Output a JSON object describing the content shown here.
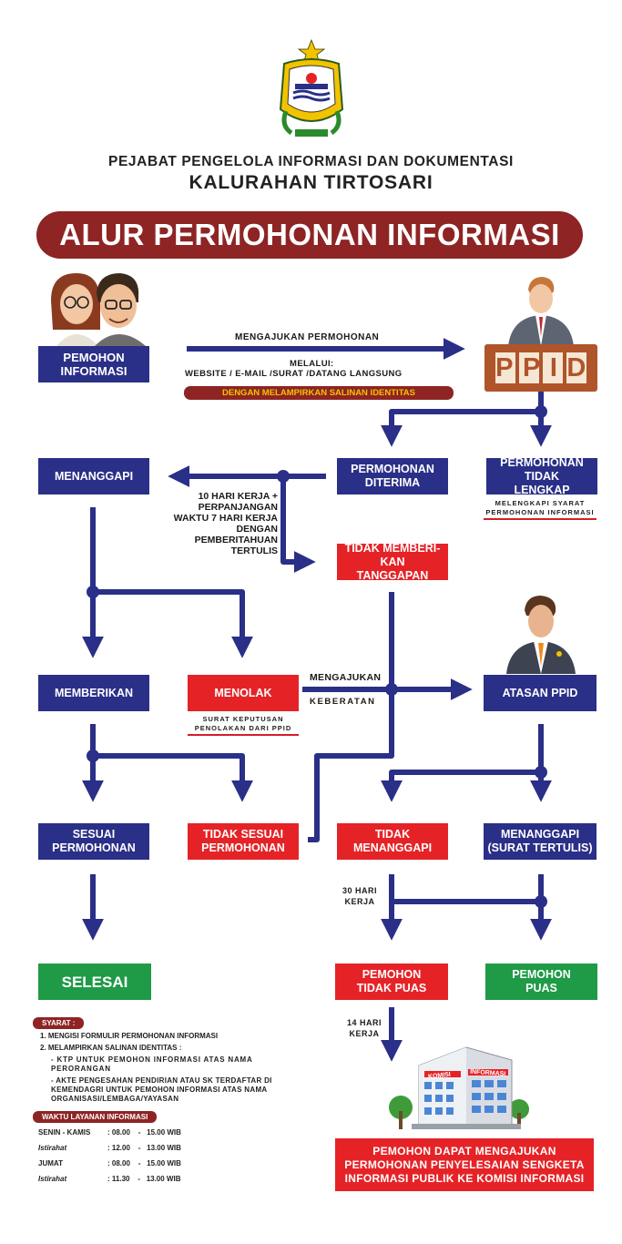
{
  "header": {
    "line1": "PEJABAT PENGELOLA INFORMASI DAN DOKUMENTASI",
    "line2": "KALURAHAN TIRTOSARI",
    "banner": "ALUR PERMOHONAN INFORMASI"
  },
  "flow": {
    "pemohon": "PEMOHON INFORMASI",
    "ppid_sign": "PPID",
    "mengajukan": "MENGAJUKAN PERMOHONAN",
    "melalui": "MELALUI:",
    "channels": "WEBSITE / E-MAIL /SURAT /DATANG LANGSUNG",
    "lampiran": "DENGAN MELAMPIRKAN SALINAN IDENTITAS",
    "diterima": "PERMOHONAN DITERIMA",
    "tidak_lengkap": "PERMOHONAN TIDAK LENGKAP",
    "lengkapi_note": "MELENGKAPI SYARAT PERMOHONAN INFORMASI",
    "menanggapi": "MENANGGAPI",
    "waktu_note": "10 HARI KERJA + PERPANJANGAN WAKTU 7 HARI KERJA DENGAN PEMBERITAHUAN TERTULIS",
    "tidak_memberi": "TIDAK MEMBERI-KAN TANGGAPAN",
    "memberikan": "MEMBERIKAN",
    "menolak": "MENOLAK",
    "menolak_note": "SURAT KEPUTUSAN PENOLAKAN DARI PPID",
    "mengajukan2": "MENGAJUKAN",
    "keberatan": "KEBERATAN",
    "atasan": "ATASAN PPID",
    "sesuai": "SESUAI PERMOHONAN",
    "tidak_sesuai": "TIDAK SESUAI PERMOHONAN",
    "tidak_menanggapi": "TIDAK MENANGGAPI",
    "menanggapi_tertulis": "MENANGGAPI (SURAT TERTULIS)",
    "hari30": "30 HARI KERJA",
    "selesai": "SELESAI",
    "tidak_puas": "PEMOHON TIDAK PUAS",
    "puas": "PEMOHON PUAS",
    "hari14": "14 HARI KERJA",
    "komisi_sign1": "KOMISI",
    "komisi_sign2": "INFORMASI",
    "final": "PEMOHON DAPAT MENGAJUKAN PERMOHONAN PENYELESAIAN SENGKETA INFORMASI PUBLIK KE KOMISI INFORMASI"
  },
  "syarat": {
    "title": "SYARAT :",
    "item1": "1.  MENGISI FORMULIR PERMOHONAN INFORMASI",
    "item2": "2.  MELAMPIRKAN SALINAN IDENTITAS :",
    "sub1": "- KTP UNTUK PEMOHON INFORMASI ATAS NAMA PERORANGAN",
    "sub2": "- AKTE PENGESAHAN PENDIRIAN ATAU SK TERDAFTAR DI KEMENDAGRI UNTUK PEMOHON INFORMASI ATAS NAMA ORGANISASI/LEMBAGA/YAYASAN"
  },
  "layanan": {
    "title": "WAKTU LAYANAN INFORMASI",
    "rows": [
      {
        "day": "SENIN - KAMIS",
        "time": ": 08.00    -   15.00 WIB",
        "italic": false
      },
      {
        "day": "Istirahat",
        "time": ": 12.00    -   13.00 WIB",
        "italic": true
      },
      {
        "day": "JUMAT",
        "time": ": 08.00    -   15.00 WIB",
        "italic": false
      },
      {
        "day": "Istirahat",
        "time": ": 11.30    -   13.00 WIB",
        "italic": true
      }
    ]
  },
  "colors": {
    "navy": "#2a2f87",
    "red": "#e52327",
    "green": "#1f9a47",
    "maroon": "#8e2424",
    "gold": "#f3c300"
  }
}
